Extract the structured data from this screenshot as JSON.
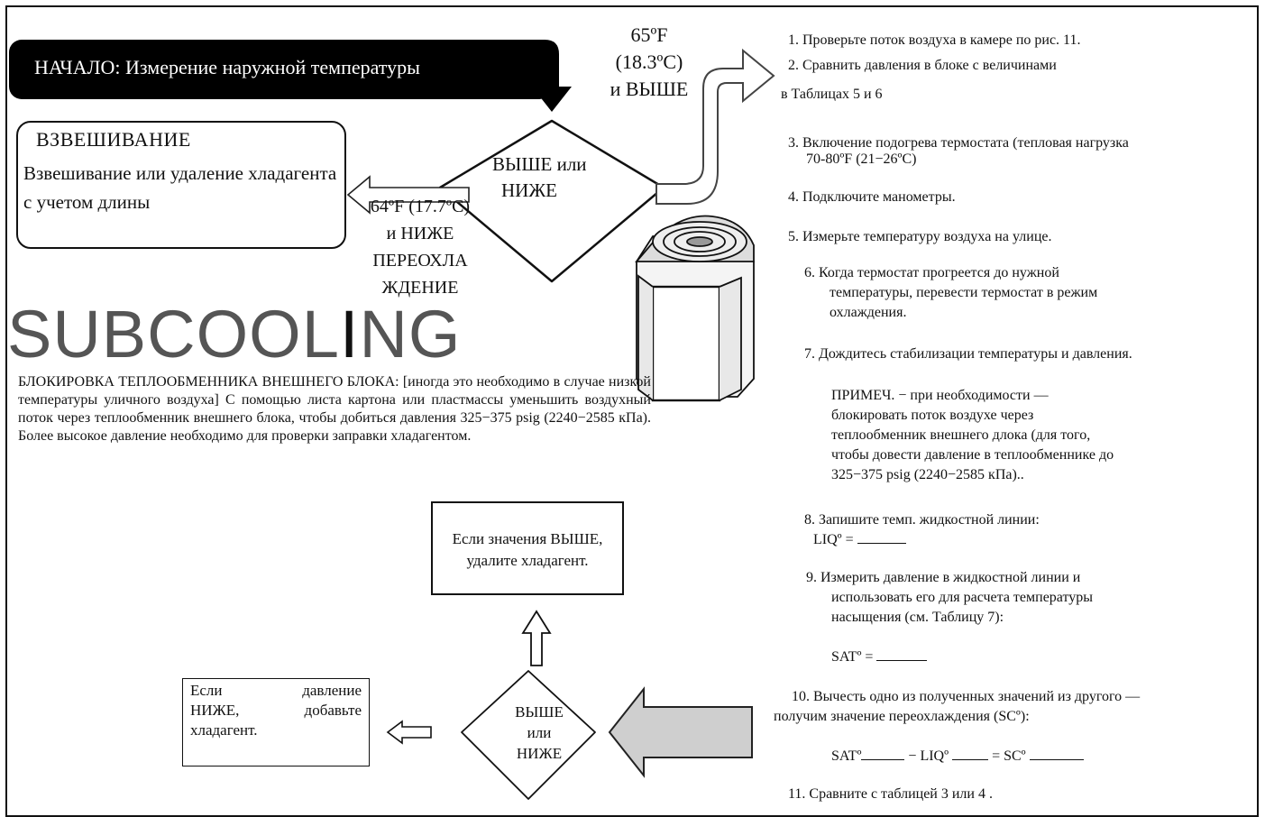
{
  "start": {
    "label": "НАЧАЛО: Измерение наружной температуры"
  },
  "weigh": {
    "title": "ВЗВЕШИВАНИЕ",
    "text": "Взвешивание или удаление хладагента с учетом длины"
  },
  "temp_high": {
    "f": "65ºF",
    "c": "(18.3ºC)",
    "label": "и ВЫШЕ"
  },
  "temp_low": {
    "f": "64ºF (17.7ºC)",
    "label": "и НИЖЕ",
    "method_1": "ПЕРЕОХЛА",
    "method_2": "ЖДЕНИЕ"
  },
  "decision_1": {
    "line1": "ВЫШЕ или",
    "line2": "НИЖЕ"
  },
  "subcooling": {
    "prefix": "SUBCOOL",
    "highlight": "I",
    "suffix": "NG"
  },
  "coil_block_text": "БЛОКИРОВКА ТЕПЛООБМЕННИКА ВНЕШНЕГО БЛОКА: [иногда это необходимо в случае низкой температуры уличного воздуха] С помощью листа картона или пластмассы уменьшить воздухный поток через теплообменник внешнего блока, чтобы добиться давления 325−375 psig (2240−2585 кПа). Более высокое давление необходимо для проверки заправки хладагентом.",
  "if_high_box": "Если значения ВЫШЕ, удалите хладагент.",
  "if_low_box": {
    "w1": "Если",
    "w2": "давление",
    "w3": "НИЖЕ,",
    "w4": "добавьте",
    "w5": "хладагент."
  },
  "decision_2": {
    "line1": "ВЫШЕ",
    "line2": "или",
    "line3": "НИЖЕ"
  },
  "steps": {
    "s1": "1.  Проверьте поток воздуха в камере по рис. 11.",
    "s2": "2.  Сравнить давления в блоке с величинами",
    "s2b": "в Таблицах 5 и 6",
    "s3a": "3.  Включение подогрева термостата (тепловая нагрузка",
    "s3b": "70-80ºF (21−26ºC)",
    "s4": "4.  Подключите манометры.",
    "s5": "5.  Измерьте температуру воздуха на улице.",
    "s6a": "6.  Когда термостат прогреется до нужной",
    "s6b": "температуры, перевести термостат в режим",
    "s6c": "охлаждения.",
    "s7": "7.  Дождитесь стабилизации температуры и давления.",
    "note1": "ПРИМЕЧ.  − при необходимости —",
    "note2": "блокировать поток воздухе через",
    "note3": "теплообменник внешнего длока (для того,",
    "note4": "чтобы довести давление в теплообменнике до",
    "note5": "325−375 psig (2240−2585 кПа)..",
    "s8a": "8.  Запишите темп. жидкостной линии:",
    "s8b": "LIQº =",
    "s9a": "9.  Измерить давление в жидкостной линии и",
    "s9b": "использовать его для расчета температуры",
    "s9c": "насыщения (см. Таблицу 7):",
    "sat": "SATº =",
    "s10a": "10.  Вычесть одно из полученных значений из другого —",
    "s10b": "получим значение переохлаждения (SCº):",
    "f_sat": "SATº",
    "f_minus": "− LIQº",
    "f_eq": "= SCº",
    "s11": "11.  Сравните с таблицей 3 или 4 ."
  }
}
